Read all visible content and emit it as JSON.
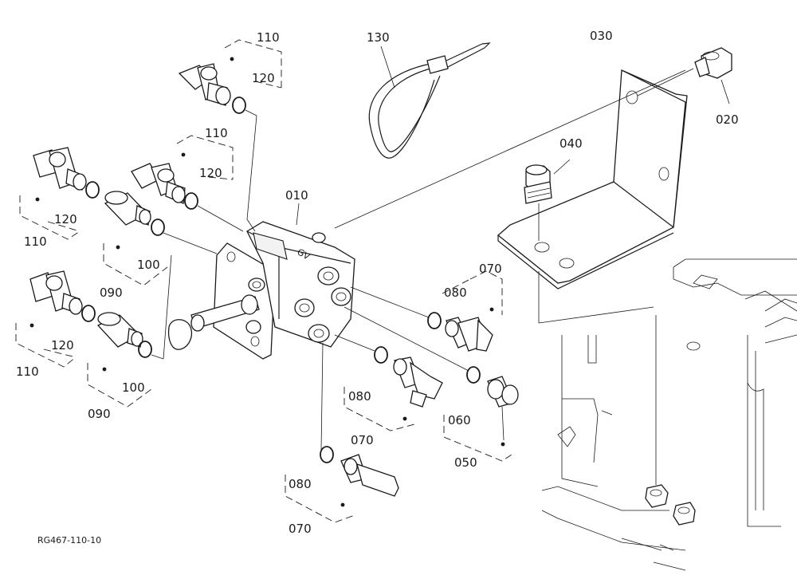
{
  "diagram": {
    "ref_code": "RG467-110-10",
    "callouts": {
      "c010": "010",
      "c020": "020",
      "c030": "030",
      "c040": "040",
      "c050": "050",
      "c060": "060",
      "c070a": "070",
      "c070b": "070",
      "c070c": "070",
      "c080a": "080",
      "c080b": "080",
      "c080c": "080",
      "c090a": "090",
      "c090b": "090",
      "c100a": "100",
      "c100b": "100",
      "c110a": "110",
      "c110b": "110",
      "c110c": "110",
      "c110d": "110",
      "c120a": "120",
      "c120b": "120",
      "c120c": "120",
      "c120d": "120",
      "c130": "130"
    }
  }
}
